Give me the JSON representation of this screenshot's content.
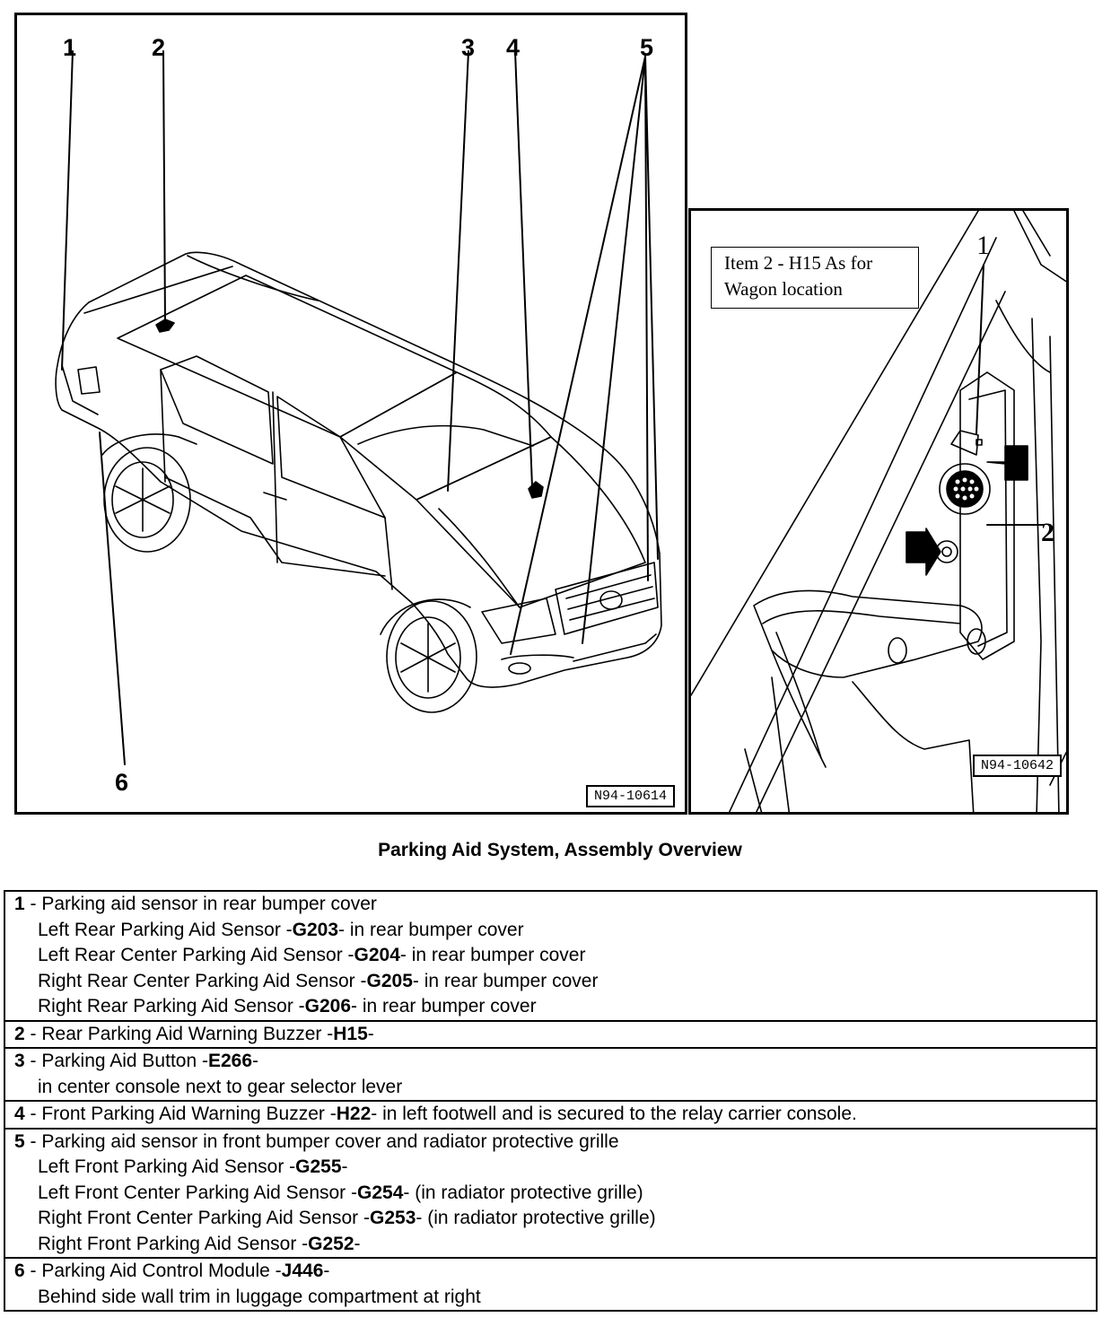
{
  "figure": {
    "main": {
      "callouts": [
        "1",
        "2",
        "3",
        "4",
        "5",
        "6"
      ],
      "ref": "N94-10614"
    },
    "detail": {
      "note": "Item 2 - H15 As for Wagon location",
      "callouts": [
        "1",
        "2"
      ],
      "ref": "N94-10642"
    }
  },
  "caption": "Parking Aid System, Assembly Overview",
  "legend": {
    "items": [
      {
        "num": "1",
        "sep": " -  ",
        "title": "Parking aid sensor in rear bumper cover",
        "sub": [
          {
            "pre": "Left Rear Parking Aid Sensor -",
            "code": "G203",
            "post": "- in rear bumper cover"
          },
          {
            "pre": "Left Rear Center Parking Aid Sensor -",
            "code": "G204",
            "post": "- in rear bumper cover"
          },
          {
            "pre": "Right Rear Center Parking Aid Sensor -",
            "code": "G205",
            "post": "- in rear bumper cover"
          },
          {
            "pre": "Right Rear Parking Aid Sensor -",
            "code": "G206",
            "post": "- in rear bumper cover"
          }
        ]
      },
      {
        "num": "2",
        "sep": " -  ",
        "pre": "Rear Parking Aid Warning Buzzer -",
        "code": "H15",
        "post": "-"
      },
      {
        "num": "3",
        "sep": " -  ",
        "pre": "Parking Aid Button -",
        "code": "E266",
        "post": "-",
        "sub": [
          {
            "text": "in center console next to gear selector lever"
          }
        ]
      },
      {
        "num": "4",
        "sep": " - ",
        "pre": "Front Parking Aid Warning Buzzer -",
        "code": "H22",
        "post": "- in left footwell and is secured to the relay carrier console."
      },
      {
        "num": "5",
        "sep": " -  ",
        "title": "Parking aid sensor in front bumper cover and radiator protective grille",
        "sub": [
          {
            "pre": "Left Front Parking Aid Sensor -",
            "code": "G255",
            "post": "-"
          },
          {
            "pre": "Left Front Center Parking Aid Sensor -",
            "code": "G254",
            "post": "- (in radiator protective grille)"
          },
          {
            "pre": "Right Front Center Parking Aid Sensor -",
            "code": "G253",
            "post": "- (in radiator protective grille)"
          },
          {
            "pre": "Right Front Parking Aid Sensor -",
            "code": "G252",
            "post": "-"
          }
        ]
      },
      {
        "num": "6",
        "sep": " -  ",
        "pre": "Parking Aid Control Module -",
        "code": "J446",
        "post": "-",
        "sub": [
          {
            "text": "Behind side wall trim in luggage compartment at right"
          }
        ]
      }
    ]
  }
}
